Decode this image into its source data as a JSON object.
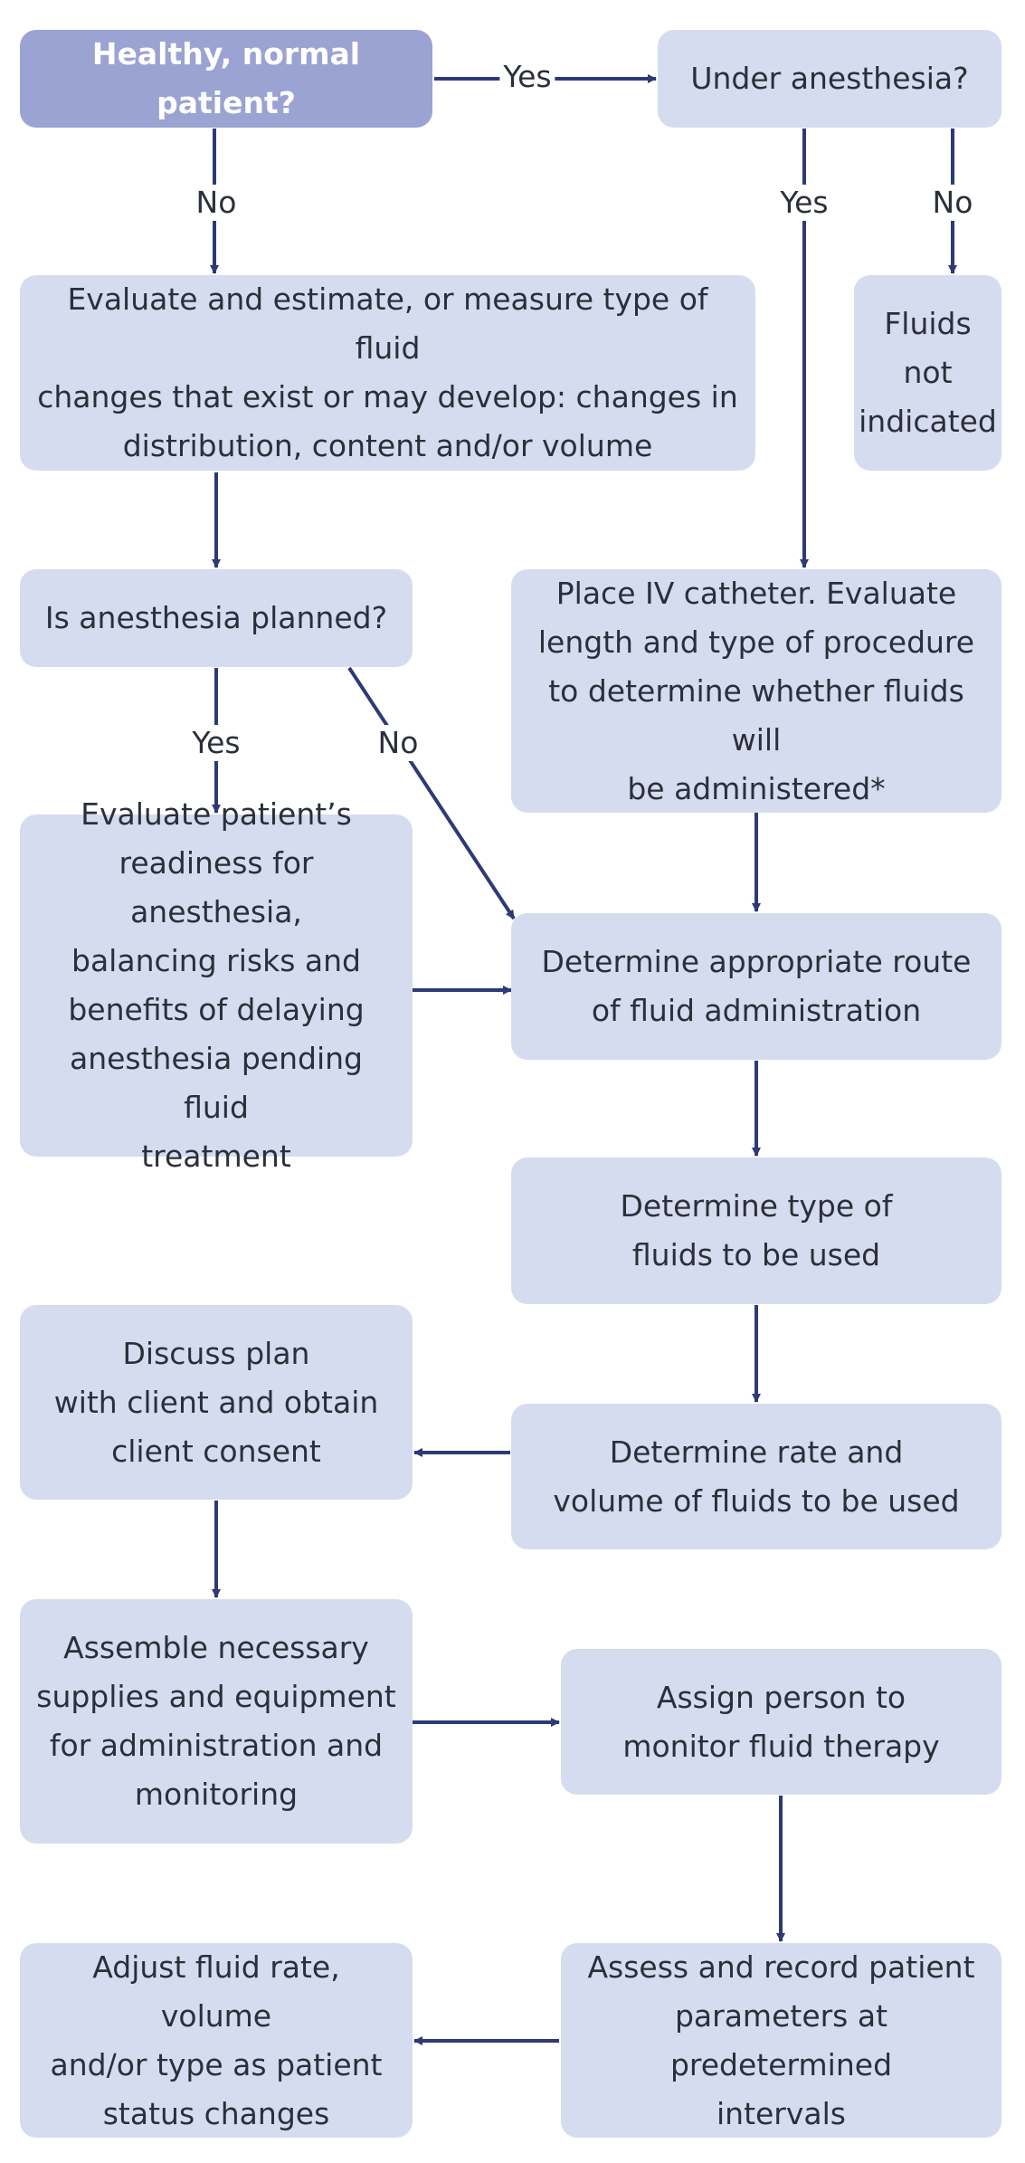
{
  "colors": {
    "box": "#d6dcef",
    "start_box": "#9aa3d2",
    "arrow": "#2e3a75",
    "text": "#2b2f3a"
  },
  "nodes": {
    "n1": "Healthy, normal patient?",
    "n2": "Under anesthesia?",
    "n3": "Evaluate and estimate, or measure type of fluid\nchanges that exist or may develop: changes in\ndistribution, content and/or volume",
    "n4": "Fluids\nnot\nindicated",
    "n5": "Is anesthesia planned?",
    "n6": "Place IV catheter. Evaluate\nlength and type of procedure\nto determine whether fluids will\nbe administered*",
    "n7": "Evaluate patient’s\nreadiness for anesthesia,\nbalancing risks and\nbenefits of delaying\nanesthesia pending fluid\ntreatment",
    "n8": "Determine appropriate route\nof fluid administration",
    "n9": "Determine type of\nfluids to be used",
    "n10": "Discuss plan\nwith client and obtain\nclient consent",
    "n11": "Determine rate and\nvolume of fluids to be used",
    "n12": "Assemble necessary\nsupplies and equipment\nfor administration and\nmonitoring",
    "n13": "Assign person to\nmonitor fluid therapy",
    "n14": "Adjust fluid rate, volume\nand/or type as patient\nstatus changes",
    "n15": "Assess and record patient\nparameters at predetermined\nintervals"
  },
  "edge_labels": {
    "yes": "Yes",
    "no": "No"
  }
}
